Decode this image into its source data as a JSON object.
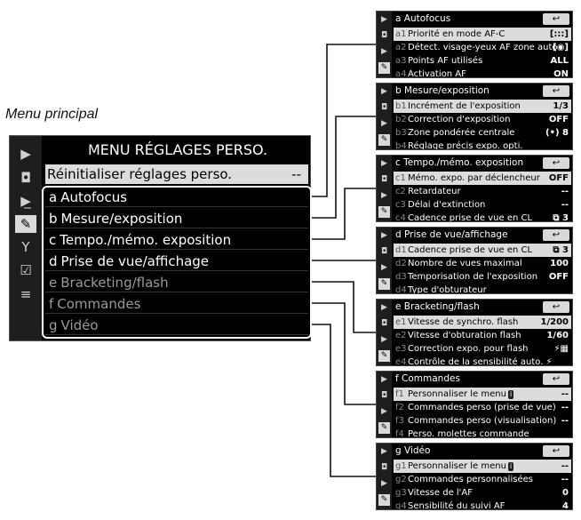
{
  "caption": "Menu principal",
  "main_menu": {
    "title": "MENU RÉGLAGES PERSO.",
    "reset": {
      "label": "Réinitialiser réglages perso.",
      "value": "--"
    },
    "side_icons": [
      "playback-icon",
      "camera-icon",
      "movie-icon",
      "pencil-icon",
      "wrench-icon",
      "retouch-icon",
      "my-menu-icon"
    ],
    "items": [
      {
        "letter": "a",
        "label": "Autofocus"
      },
      {
        "letter": "b",
        "label": "Mesure/exposition"
      },
      {
        "letter": "c",
        "label": "Tempo./mémo. exposition"
      },
      {
        "letter": "d",
        "label": "Prise de vue/affichage"
      },
      {
        "letter": "e",
        "label": "Bracketing/flash"
      },
      {
        "letter": "f",
        "label": "Commandes"
      },
      {
        "letter": "g",
        "label": "Vidéo"
      }
    ]
  },
  "submenus": [
    {
      "header": "a Autofocus",
      "return": "↩",
      "rows": [
        {
          "code": "a1",
          "label": "Priorité en mode AF-C",
          "value": "[:::]"
        },
        {
          "code": "a2",
          "label": "Détect. visage-yeux AF zone auto",
          "value": "[◉]"
        },
        {
          "code": "a3",
          "label": "Points AF utilisés",
          "value": "ALL"
        },
        {
          "code": "a4",
          "label": "Activation AF",
          "value": "ON"
        }
      ]
    },
    {
      "header": "b Mesure/exposition",
      "return": "↩",
      "rows": [
        {
          "code": "b1",
          "label": "Incrément de l'exposition",
          "value": "1/3"
        },
        {
          "code": "b2",
          "label": "Correction d'exposition",
          "value": "OFF"
        },
        {
          "code": "b3",
          "label": "Zone pondérée centrale",
          "value": "(•) 8"
        },
        {
          "code": "b4",
          "label": "Réglage précis expo. opti.",
          "value": ""
        }
      ]
    },
    {
      "header": "c Tempo./mémo. exposition",
      "return": "↩",
      "rows": [
        {
          "code": "c1",
          "label": "Mémo. expo. par déclencheur",
          "value": "OFF"
        },
        {
          "code": "c2",
          "label": "Retardateur",
          "value": "--"
        },
        {
          "code": "c3",
          "label": "Délai d'extinction",
          "value": "--"
        },
        {
          "code": "c4",
          "label": "Cadence prise de vue en CL",
          "value": "⧉ 3"
        }
      ]
    },
    {
      "header": "d Prise de vue/affichage",
      "return": "↩",
      "rows": [
        {
          "code": "d1",
          "label": "Cadence prise de vue en CL",
          "value": "⧉ 3"
        },
        {
          "code": "d2",
          "label": "Nombre de vues maximal",
          "value": "100"
        },
        {
          "code": "d3",
          "label": "Temporisation de l'exposition",
          "value": "OFF"
        },
        {
          "code": "d4",
          "label": "Type d'obturateur",
          "value": ""
        }
      ]
    },
    {
      "header": "e Bracketing/flash",
      "return": "↩",
      "rows": [
        {
          "code": "e1",
          "label": "Vitesse de synchro. flash",
          "value": "1/200"
        },
        {
          "code": "e2",
          "label": "Vitesse d'obturation flash",
          "value": "1/60"
        },
        {
          "code": "e3",
          "label": "Correction expo. pour flash",
          "value": "⚡▦"
        },
        {
          "code": "e4",
          "label": "Contrôle de la sensibilité auto. ⚡",
          "value": ""
        }
      ]
    },
    {
      "header": "f Commandes",
      "return": "↩",
      "rows": [
        {
          "code": "f1",
          "label": "Personnaliser le menu",
          "info": "i",
          "value": "--"
        },
        {
          "code": "f2",
          "label": "Commandes perso (prise de vue)",
          "value": "--"
        },
        {
          "code": "f3",
          "label": "Commandes perso (visualisation)",
          "value": "--"
        },
        {
          "code": "f4",
          "label": "Perso. molettes commande",
          "value": ""
        }
      ]
    },
    {
      "header": "g Vidéo",
      "return": "↩",
      "rows": [
        {
          "code": "g1",
          "label": "Personnaliser le menu",
          "info": "i",
          "value": "--"
        },
        {
          "code": "g2",
          "label": "Commandes personnalisées",
          "value": "--"
        },
        {
          "code": "g3",
          "label": "Vitesse de l'AF",
          "value": "0"
        },
        {
          "code": "g4",
          "label": "Sensibilité du suivi AF",
          "value": "4"
        }
      ]
    }
  ]
}
